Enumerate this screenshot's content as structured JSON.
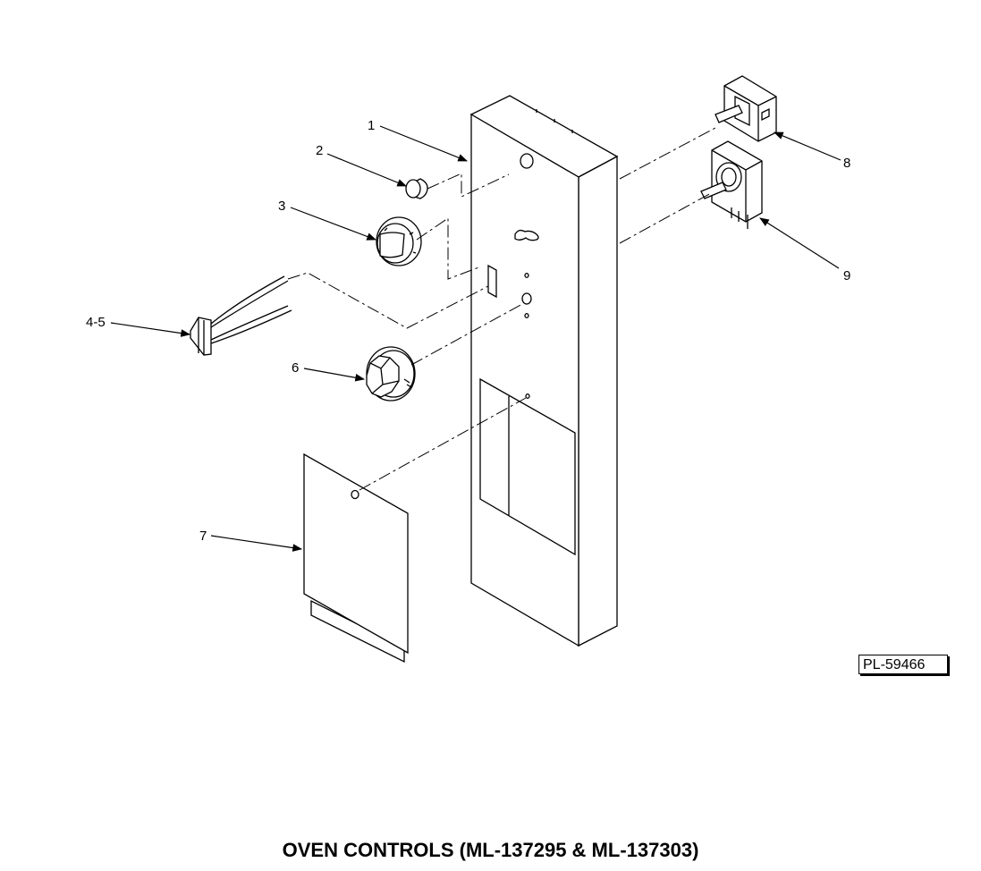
{
  "title": "OVEN CONTROLS (ML-137295 & ML-137303)",
  "drawing_ref": "PL-59466",
  "callouts": {
    "c1": "1",
    "c2": "2",
    "c3": "3",
    "c45": "4-5",
    "c6": "6",
    "c7": "7",
    "c8": "8",
    "c9": "9"
  }
}
